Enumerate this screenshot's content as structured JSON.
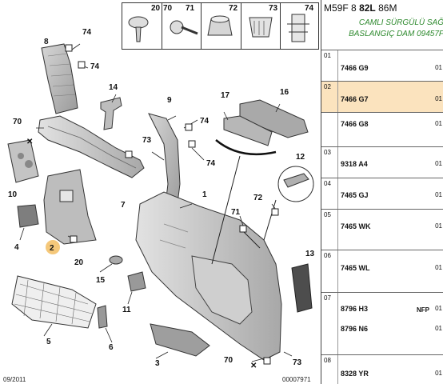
{
  "header": {
    "codes": [
      "M59F",
      "8",
      "82L",
      "86M"
    ],
    "description_lines": [
      "CAMLI SÜRGÜLÜ SAĞ",
      "BASLANGIÇ DAM 09457F"
    ]
  },
  "hardware_thumbnails": [
    "20",
    "70",
    "71",
    "72",
    "73",
    "74"
  ],
  "callouts": {
    "n74a": "74",
    "n8": "8",
    "n74b": "74",
    "n14": "14",
    "n70a": "70",
    "n9": "9",
    "n74c": "74",
    "n17": "17",
    "n16": "16",
    "n7": "7",
    "n73a": "73",
    "n74d": "74",
    "n10": "10",
    "n12": "12",
    "n1": "1",
    "n72": "72",
    "n71": "71",
    "n4": "4",
    "n2": "2",
    "n20": "20",
    "n15": "15",
    "n11": "11",
    "n13": "13",
    "n5": "5",
    "n6": "6",
    "n3": "3",
    "n70b": "70",
    "n73b": "73"
  },
  "footer": {
    "date": "09/2011",
    "ref": "00007971"
  },
  "parts_list": [
    {
      "idx": "01",
      "parts": [
        {
          "pn": "7466 G9",
          "qty": "01",
          "note": ""
        }
      ],
      "highlight": false
    },
    {
      "idx": "02",
      "parts": [
        {
          "pn": "7466 G7",
          "qty": "01",
          "note": ""
        }
      ],
      "highlight": true
    },
    {
      "idx": "",
      "parts": [
        {
          "pn": "7466 G8",
          "qty": "01",
          "note": ""
        }
      ],
      "highlight": false
    },
    {
      "idx": "03",
      "parts": [
        {
          "pn": "9318 A4",
          "qty": "01",
          "note": ""
        }
      ],
      "highlight": false
    },
    {
      "idx": "04",
      "parts": [
        {
          "pn": "7465 GJ",
          "qty": "01",
          "note": ""
        }
      ],
      "highlight": false
    },
    {
      "idx": "05",
      "parts": [
        {
          "pn": "7465 WK",
          "qty": "01",
          "note": ""
        }
      ],
      "highlight": false
    },
    {
      "idx": "06",
      "parts": [
        {
          "pn": "7465 WL",
          "qty": "01",
          "note": ""
        }
      ],
      "highlight": false
    },
    {
      "idx": "07",
      "parts": [
        {
          "pn": "8796 H3",
          "qty": "01",
          "note": "NFP"
        },
        {
          "pn": "8796 N6",
          "qty": "01",
          "note": ""
        }
      ],
      "highlight": false
    },
    {
      "idx": "08",
      "parts": [
        {
          "pn": "8328 YR",
          "qty": "01",
          "note": ""
        }
      ],
      "highlight": false
    }
  ]
}
